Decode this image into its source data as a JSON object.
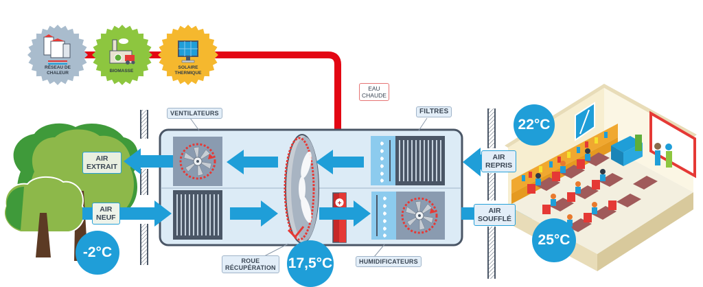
{
  "diagram": {
    "title_hidden": "",
    "colors": {
      "air_blue": "#1f9ed8",
      "hot_water_red": "#e30613",
      "unit_fill": "#dcebf6",
      "unit_border": "#4a5666",
      "tree_green": "#8db84a",
      "tree_dark_green": "#3f9a3a",
      "trunk_brown": "#5c3a24",
      "badge_grey": "#a9bccd",
      "badge_green": "#8dc63f",
      "badge_yellow": "#f5b82e"
    },
    "energy_sources": [
      {
        "id": "reseau",
        "label_line1": "RÉSEAU DE",
        "label_line2": "CHALEUR",
        "icon": "buildings-icon"
      },
      {
        "id": "biomasse",
        "label_line1": "BIOMASSE",
        "label_line2": "",
        "icon": "factory-tractor-icon"
      },
      {
        "id": "solaire",
        "label_line1": "SOLAIRE",
        "label_line2": "THERMIQUE",
        "icon": "solar-panel-icon"
      }
    ],
    "hot_water_label": {
      "line1": "EAU",
      "line2": "CHAUDE"
    },
    "component_labels": {
      "ventilateurs": "VENTILATEURS",
      "filtres": "FILTRES",
      "roue_line1": "ROUE",
      "roue_line2": "RÉCUPÉRATION",
      "humidificateurs": "HUMIDIFICATEURS"
    },
    "air_labels": {
      "extrait": {
        "line1": "AIR",
        "line2": "EXTRAIT"
      },
      "neuf": {
        "line1": "AIR",
        "line2": "NEUF"
      },
      "repris": {
        "line1": "AIR",
        "line2": "REPRIS"
      },
      "souffle": {
        "line1": "AIR",
        "line2": "SOUFFLÉ"
      }
    },
    "temperatures": {
      "outdoor": "-2°C",
      "after_wheel": "17,5°C",
      "return_air": "22°C",
      "supply_air": "25°C"
    }
  }
}
